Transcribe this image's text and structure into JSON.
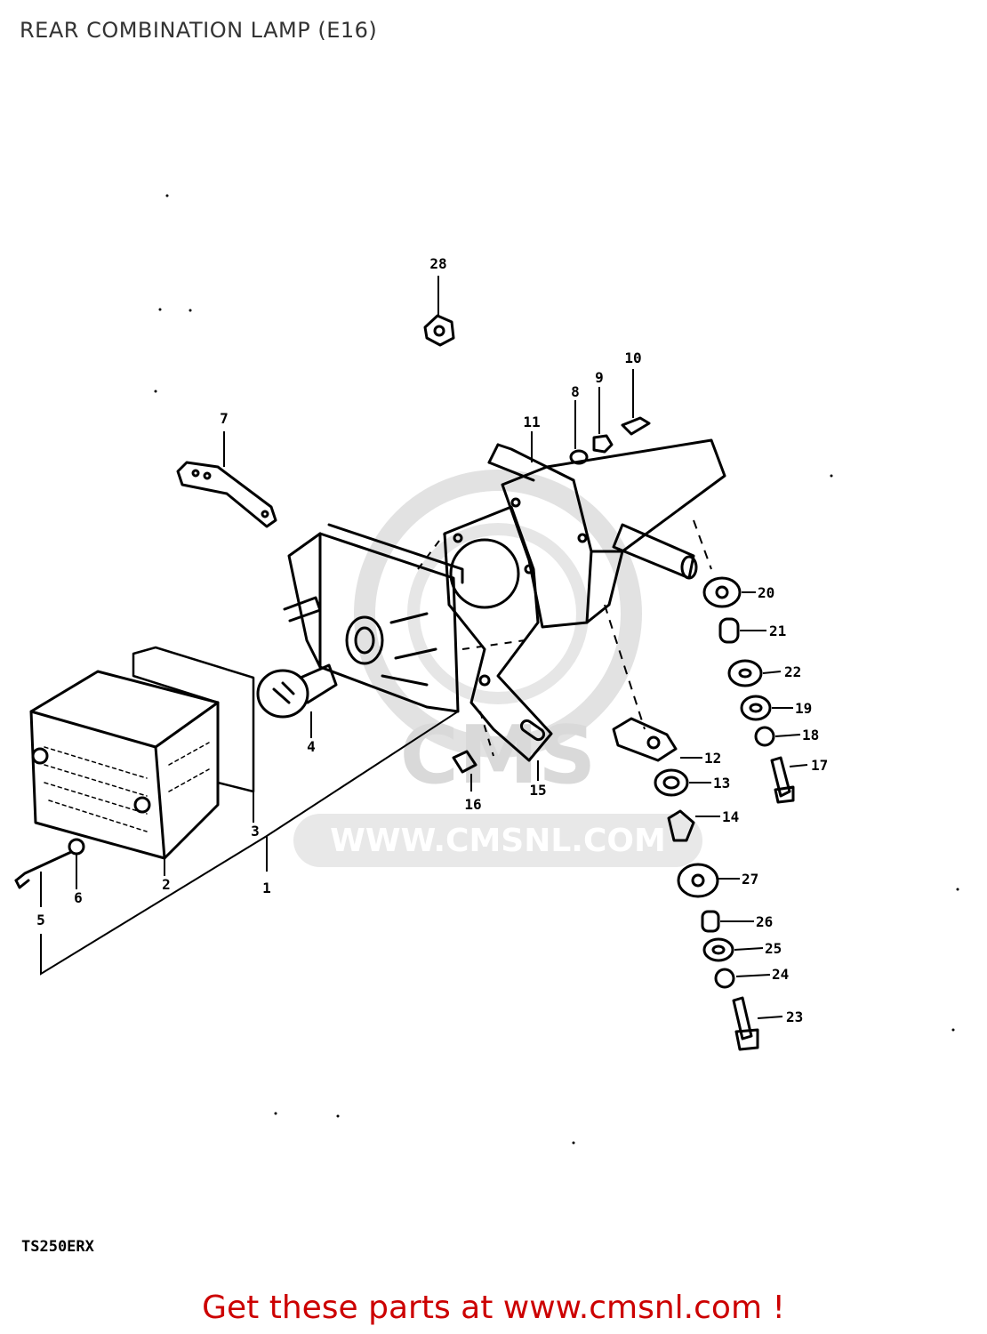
{
  "page": {
    "title": "REAR COMBINATION LAMP (E16)",
    "model_code": "TS250ERX",
    "footer_text": "Get these parts at www.cmsnl.com !",
    "footer_color": "#cc0000"
  },
  "watermark": {
    "logo_text": "CMS",
    "url_text": "WWW.CMSNL.COM"
  },
  "callouts": [
    {
      "id": "1",
      "label": "1"
    },
    {
      "id": "2",
      "label": "2"
    },
    {
      "id": "3",
      "label": "3"
    },
    {
      "id": "4",
      "label": "4"
    },
    {
      "id": "5",
      "label": "5"
    },
    {
      "id": "6",
      "label": "6"
    },
    {
      "id": "7",
      "label": "7"
    },
    {
      "id": "8",
      "label": "8"
    },
    {
      "id": "9",
      "label": "9"
    },
    {
      "id": "10",
      "label": "10"
    },
    {
      "id": "11",
      "label": "11"
    },
    {
      "id": "12",
      "label": "12"
    },
    {
      "id": "13",
      "label": "13"
    },
    {
      "id": "14",
      "label": "14"
    },
    {
      "id": "15",
      "label": "15"
    },
    {
      "id": "16",
      "label": "16"
    },
    {
      "id": "17",
      "label": "17"
    },
    {
      "id": "18",
      "label": "18"
    },
    {
      "id": "19",
      "label": "19"
    },
    {
      "id": "20",
      "label": "20"
    },
    {
      "id": "21",
      "label": "21"
    },
    {
      "id": "22",
      "label": "22"
    },
    {
      "id": "23",
      "label": "23"
    },
    {
      "id": "24",
      "label": "24"
    },
    {
      "id": "25",
      "label": "25"
    },
    {
      "id": "26",
      "label": "26"
    },
    {
      "id": "27",
      "label": "27"
    },
    {
      "id": "28",
      "label": "28"
    }
  ]
}
